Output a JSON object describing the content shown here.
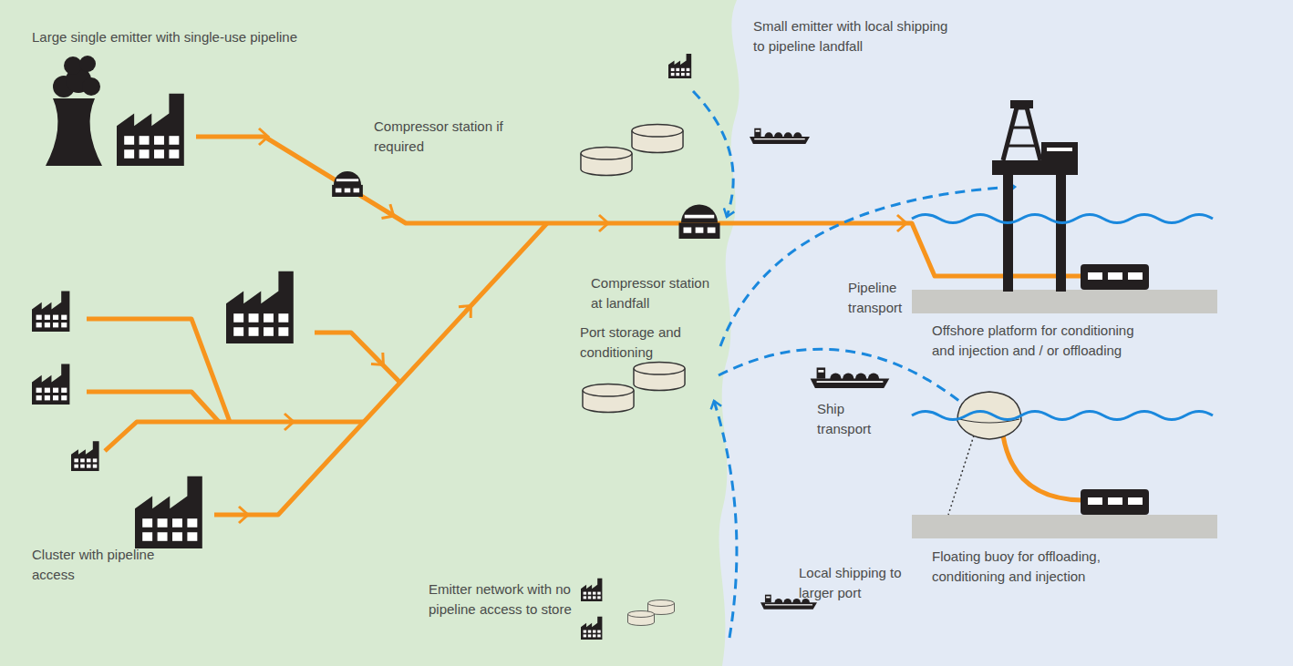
{
  "diagram": {
    "labels": [
      "Large single emitter with single-use pipeline",
      "Compressor station if required",
      "Small emitter with local shipping to pipeline landfall",
      "Compressor station at landfall",
      "Pipeline transport",
      "Offshore platform for conditioning and injection and / or offloading",
      "Port storage and conditioning",
      "Ship transport",
      "Cluster with pipeline access",
      "Emitter network with no pipeline access to store",
      "Local shipping to larger port",
      "Floating buoy for offloading, conditioning and injection"
    ]
  }
}
